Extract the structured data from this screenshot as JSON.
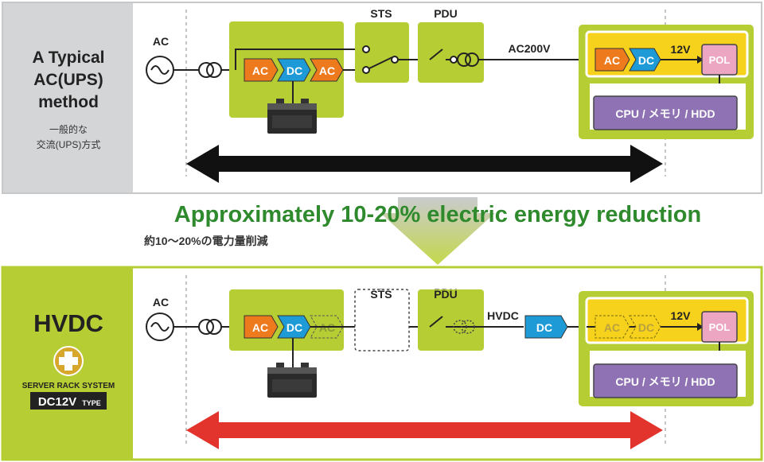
{
  "top": {
    "side_title_1": "A Typical",
    "side_title_2": "AC(UPS)",
    "side_title_3": "method",
    "side_sub_1": "一般的な",
    "side_sub_2": "交流(UPS)方式",
    "ac_label": "AC",
    "ups_ac_in": "AC",
    "ups_dc": "DC",
    "ups_ac_out": "AC",
    "sts_label": "STS",
    "pdu_label": "PDU",
    "line_label": "AC200V",
    "psu_ac": "AC",
    "psu_dc": "DC",
    "v12": "12V",
    "pol": "POL",
    "cpu": "CPU / メモリ / HDD"
  },
  "middle": {
    "headline": "Approximately 10-20% electric energy reduction",
    "subline": "約10〜20%の電力量削減"
  },
  "bottom": {
    "logo": "HVDC",
    "badge_line1": "SERVER RACK SYSTEM",
    "badge_line2": "DC12V",
    "badge_type": "TYPE",
    "ac_label": "AC",
    "ups_ac_in": "AC",
    "ups_dc": "DC",
    "ups_ac_out": "AC",
    "sts_label": "STS",
    "pdu_label": "PDU",
    "line_label": "HVDC",
    "dc_block": "DC",
    "psu_ac": "AC",
    "psu_dc": "DC",
    "v12": "12V",
    "pol": "POL",
    "cpu": "CPU / メモリ / HDD"
  },
  "colors": {
    "lime": "#b6cd33",
    "yellow": "#f7d21c",
    "orange": "#ee7a1e",
    "blue": "#1e9bd7",
    "purple": "#8e72b3",
    "pink": "#eca6c2",
    "green_text": "#2e8a2c",
    "black_arrow": "#111111",
    "red_arrow": "#e2342c",
    "side_gray": "#d4d5d7"
  }
}
